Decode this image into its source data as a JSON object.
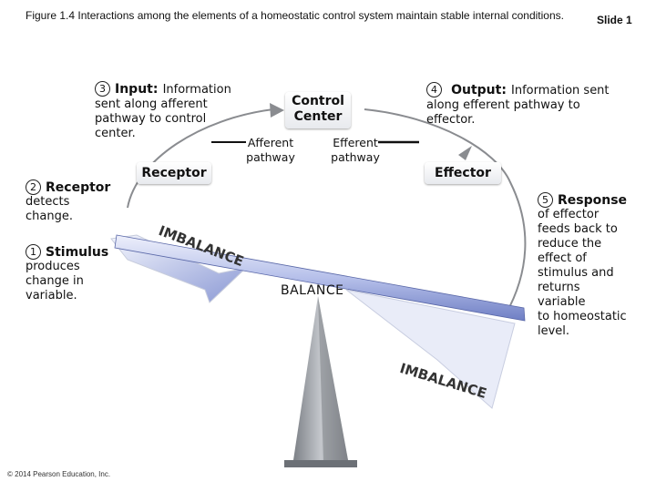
{
  "caption": "Figure 1.4 Interactions among the elements of a homeostatic control system maintain stable internal conditions.",
  "slide": "Slide 1",
  "copyright": "© 2014 Pearson Education, Inc.",
  "steps": {
    "stimulus": {
      "number": "1",
      "title": "Stimulus",
      "text": [
        "produces",
        "change in",
        "variable."
      ]
    },
    "receptor": {
      "number": "2",
      "title": "Receptor",
      "text": [
        "detects",
        "change."
      ]
    },
    "input": {
      "number": "3",
      "title": "Input:",
      "title_rest": "Information",
      "text": [
        "sent along afferent",
        "pathway to control",
        "center."
      ]
    },
    "output": {
      "number": "4",
      "title": "Output:",
      "title_rest": "Information sent",
      "text": [
        "along efferent pathway to",
        "effector."
      ]
    },
    "response": {
      "number": "5",
      "title": "Response",
      "text": [
        "of effector",
        "feeds back to",
        "reduce the",
        "effect of",
        "stimulus and",
        "returns",
        "variable",
        "to homeostatic",
        "level."
      ]
    }
  },
  "boxes": {
    "control_center": [
      "Control",
      "Center"
    ],
    "receptor": "Receptor",
    "effector": "Effector"
  },
  "pathways": {
    "afferent": [
      "Afferent",
      "pathway"
    ],
    "efferent": [
      "Efferent",
      "pathway"
    ]
  },
  "seesaw": {
    "imbalance_upper": "IMBALANCE",
    "imbalance_lower": "IMBALANCE",
    "balance": "BALANCE"
  },
  "colors": {
    "arc": "#8a8c90",
    "arrow_fill": "#b8bcc2",
    "beam_top": "#d9def5",
    "beam_bottom": "#6f7fc4",
    "fulcrum": "#9a9ea4"
  }
}
